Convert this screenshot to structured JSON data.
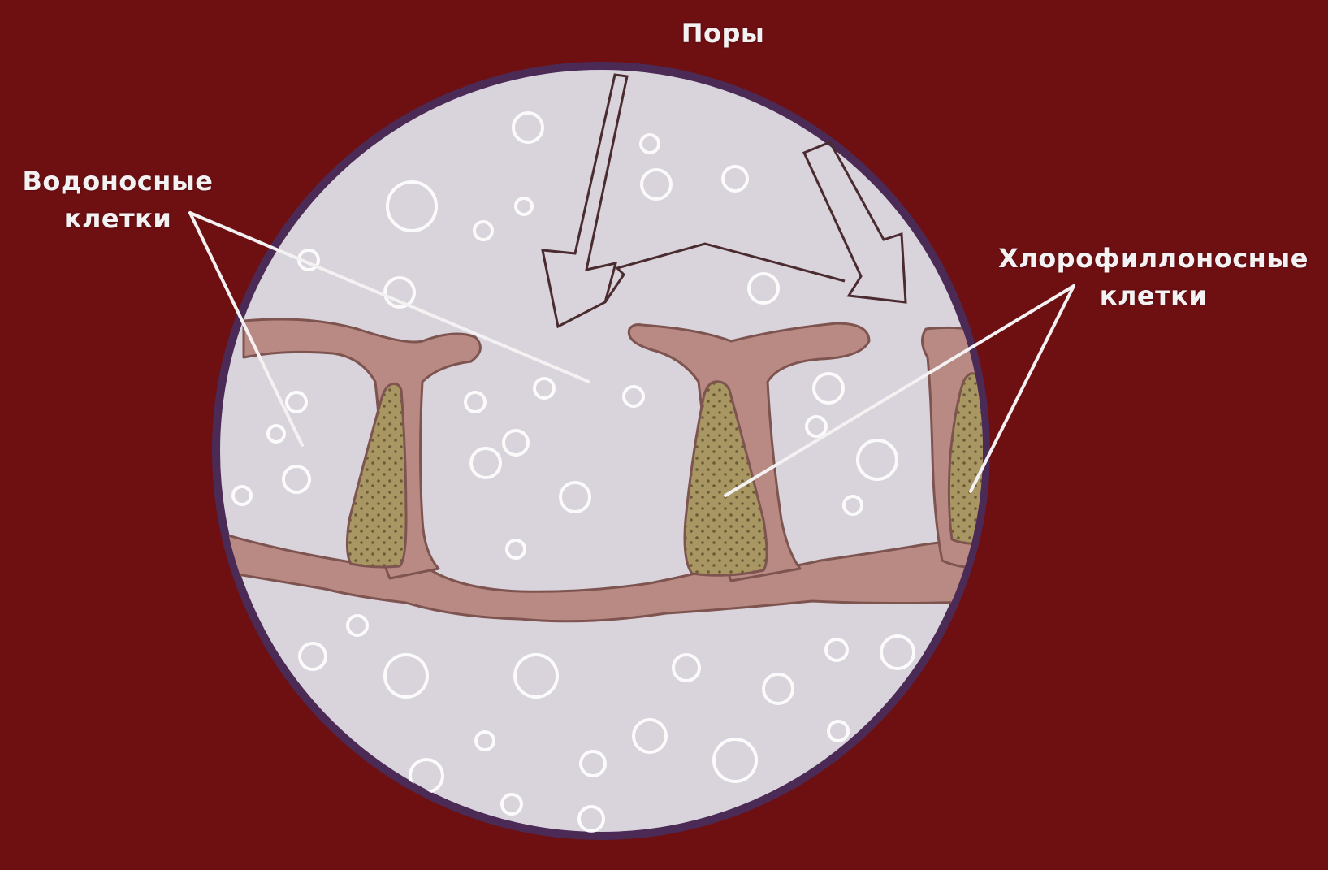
{
  "colors": {
    "background": "#6e0f12",
    "field": "#d9d3db",
    "rim": "#4b2a55",
    "cell_wall": "#b98a83",
    "cell_wall_outline": "#7e5450",
    "chlorophyll_fill": "#a99763",
    "chlorophyll_dots": "#6b5a37",
    "label_text": "#f4f1f2",
    "leader_lines": "#f4f1f2"
  },
  "labels": {
    "pores": "Поры",
    "water_cells_line1": "Водоносные",
    "water_cells_line2": "клетки",
    "chlorophyll_cells_line1": "Хлорофиллоносные",
    "chlorophyll_cells_line2": "клетки"
  }
}
